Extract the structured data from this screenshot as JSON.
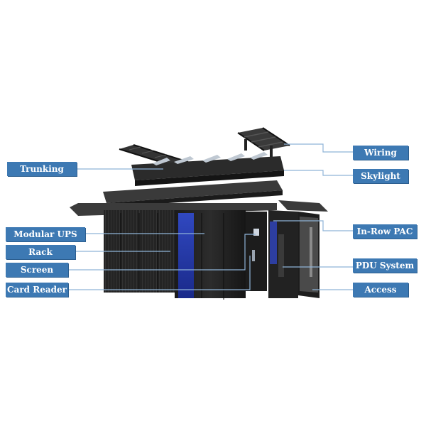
{
  "labels": {
    "trunking": "Trunking",
    "modular_ups": "Modular UPS",
    "rack": "Rack",
    "screen": "Screen",
    "card_reader": "Card Reader",
    "wiring": "Wiring",
    "skylight": "Skylight",
    "in_row_pac": "In-Row PAC",
    "pdu_system": "PDU System",
    "access": "Access"
  },
  "colors": {
    "label_bg": "#3d79b3",
    "leader_line": "#8fb4d8",
    "cabinet_dark": "#1f1f1f",
    "ups_blue": "#2a3fa8"
  }
}
